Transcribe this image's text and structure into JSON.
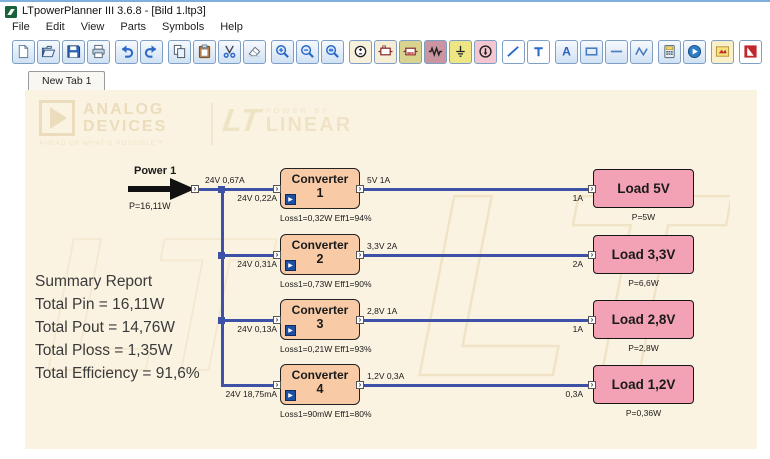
{
  "window": {
    "title": "LTpowerPlanner III 3.6.8 - [Bild 1.ltp3]",
    "menu": [
      "File",
      "Edit",
      "View",
      "Parts",
      "Symbols",
      "Help"
    ]
  },
  "toolbar": {
    "groups": [
      {
        "items": [
          {
            "icon": "new-file"
          },
          {
            "icon": "open-folder"
          },
          {
            "icon": "save"
          },
          {
            "icon": "print"
          }
        ]
      },
      {
        "items": [
          {
            "icon": "undo"
          },
          {
            "icon": "redo"
          }
        ]
      },
      {
        "items": [
          {
            "icon": "copy"
          },
          {
            "icon": "paste"
          },
          {
            "icon": "cut"
          },
          {
            "icon": "eraser"
          }
        ]
      },
      {
        "items": [
          {
            "icon": "zoom-in"
          },
          {
            "icon": "zoom-out"
          },
          {
            "icon": "zoom-fit"
          }
        ]
      },
      {
        "items": [
          {
            "icon": "source-symbol",
            "bg": "#F7F1DC"
          },
          {
            "icon": "converter-symbol",
            "bg": "#F5EDD6"
          },
          {
            "icon": "converter-loss-symbol",
            "bg": "#D8D48F"
          },
          {
            "icon": "resistor-symbol",
            "bg": "#CA95A0"
          },
          {
            "icon": "ground-symbol",
            "bg": "#EEE585"
          },
          {
            "icon": "current-source-symbol",
            "bg": "#F3C6D0"
          }
        ]
      },
      {
        "items": [
          {
            "icon": "line-tool",
            "bg": "#FDFDFD"
          },
          {
            "icon": "terminal-tool",
            "bg": "#FDFDFD"
          }
        ]
      },
      {
        "items": [
          {
            "icon": "text-tool"
          },
          {
            "icon": "rect-tool"
          },
          {
            "icon": "hline-tool"
          },
          {
            "icon": "polyline-tool"
          }
        ]
      },
      {
        "items": [
          {
            "icon": "calculator-tool"
          },
          {
            "icon": "run-tool"
          }
        ]
      },
      {
        "items": [
          {
            "icon": "export-tool",
            "bg": "#F9EFC8"
          }
        ]
      },
      {
        "items": [
          {
            "icon": "adi-logo",
            "bg": "#FFFFFF"
          }
        ]
      }
    ]
  },
  "tabs": {
    "tab1": "New Tab 1"
  },
  "canvas": {
    "watermarks": {
      "adi": {
        "line1": "ANALOG",
        "line2": "DEVICES",
        "tagline": "AHEAD OF WHAT'S POSSIBLE™"
      },
      "linear": {
        "top": "POWER BY",
        "bottom": "LINEAR"
      }
    },
    "source": {
      "name": "Power 1",
      "power": "P=16,11W",
      "output_label": "24V 0,67A"
    },
    "rows": [
      {
        "converter": {
          "title": "Converter",
          "number": "1",
          "input_label": "24V 0,22A",
          "output_label": "5V 1A",
          "loss_label": "Loss1=0,32W  Eff1=94%"
        },
        "load": {
          "title": "Load 5V",
          "input_label": "1A",
          "power": "P=5W"
        }
      },
      {
        "converter": {
          "title": "Converter",
          "number": "2",
          "input_label": "24V 0,31A",
          "output_label": "3,3V 2A",
          "loss_label": "Loss1=0,73W  Eff1=90%"
        },
        "load": {
          "title": "Load 3,3V",
          "input_label": "2A",
          "power": "P=6,6W"
        }
      },
      {
        "converter": {
          "title": "Converter",
          "number": "3",
          "input_label": "24V 0,13A",
          "output_label": "2,8V 1A",
          "loss_label": "Loss1=0,21W  Eff1=93%"
        },
        "load": {
          "title": "Load 2,8V",
          "input_label": "1A",
          "power": "P=2,8W"
        }
      },
      {
        "converter": {
          "title": "Converter",
          "number": "4",
          "input_label": "24V 18,75mA",
          "output_label": "1,2V 0,3A",
          "loss_label": "Loss1=90mW  Eff1=80%"
        },
        "load": {
          "title": "Load 1,2V",
          "input_label": "0,3A",
          "power": "P=0,36W"
        }
      }
    ],
    "summary": {
      "lines": [
        "Summary Report",
        "Total Pin = 16,11W",
        "Total Pout = 14,76W",
        "Total Ploss = 1,35W",
        "Total Efficiency = 91,6%"
      ]
    }
  },
  "colors": {
    "wire": "#3D52A6",
    "canvas_bg": "#FBF3E2",
    "converter_fill": "#F8CBA6",
    "load_fill": "#F2A2B4"
  }
}
